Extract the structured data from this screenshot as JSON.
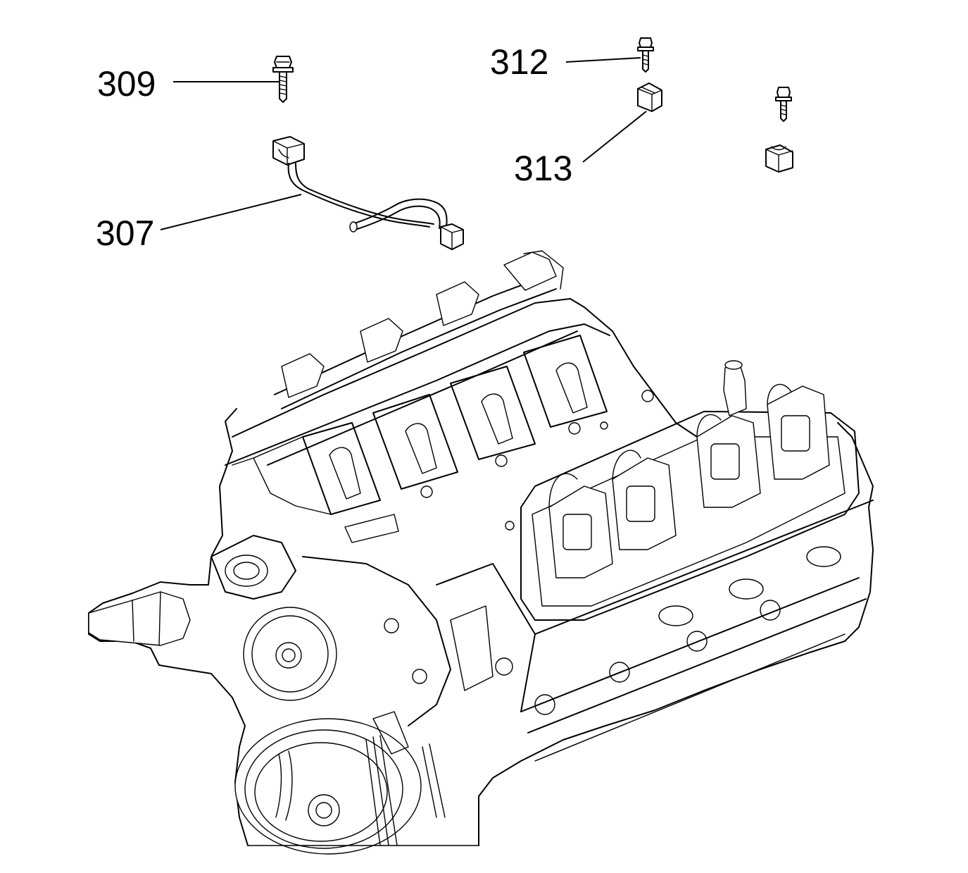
{
  "callouts": {
    "c309": "309",
    "c312": "312",
    "c313": "313",
    "c307": "307"
  },
  "colors": {
    "line": "#000000",
    "background": "#ffffff"
  }
}
